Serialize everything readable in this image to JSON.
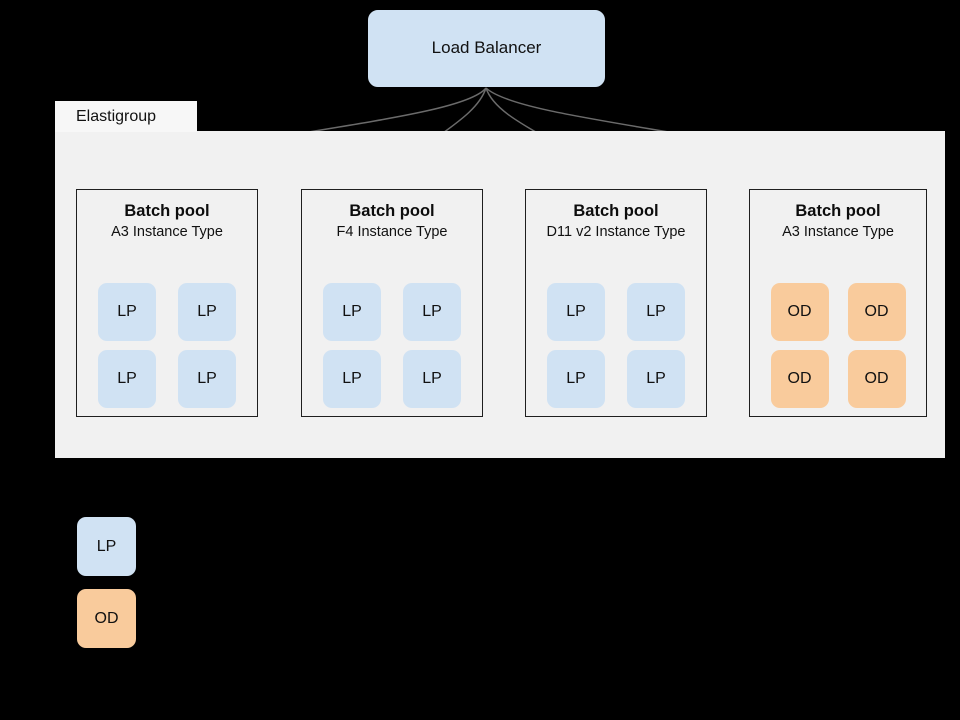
{
  "diagram": {
    "background_color": "#000000",
    "load_balancer": {
      "label": "Load Balancer",
      "color": "#d0e2f3"
    },
    "elastigroup": {
      "label": "Elastigroup",
      "panel_color": "#f1f1f1",
      "tab_color": "#f7f7f7"
    },
    "pools": [
      {
        "title": "Batch pool",
        "subtitle": "A3 Instance Type",
        "node_type": "LP",
        "node_color": "#d0e2f3",
        "nodes": [
          "LP",
          "LP",
          "LP",
          "LP"
        ]
      },
      {
        "title": "Batch pool",
        "subtitle": "F4 Instance Type",
        "node_type": "LP",
        "node_color": "#d0e2f3",
        "nodes": [
          "LP",
          "LP",
          "LP",
          "LP"
        ]
      },
      {
        "title": "Batch pool",
        "subtitle": "D11 v2 Instance Type",
        "node_type": "LP",
        "node_color": "#d0e2f3",
        "nodes": [
          "LP",
          "LP",
          "LP",
          "LP"
        ]
      },
      {
        "title": "Batch pool",
        "subtitle": "A3 Instance Type",
        "node_type": "OD",
        "node_color": "#f9cb9c",
        "nodes": [
          "OD",
          "OD",
          "OD",
          "OD"
        ]
      }
    ],
    "legend": [
      {
        "label": "LP",
        "color": "#d0e2f3"
      },
      {
        "label": "OD",
        "color": "#f9cb9c"
      }
    ],
    "connectors": {
      "count": 4,
      "color": "#6b6b6b",
      "source": "load-balancer",
      "targets": [
        "pool-0",
        "pool-1",
        "pool-2",
        "pool-3"
      ]
    }
  }
}
